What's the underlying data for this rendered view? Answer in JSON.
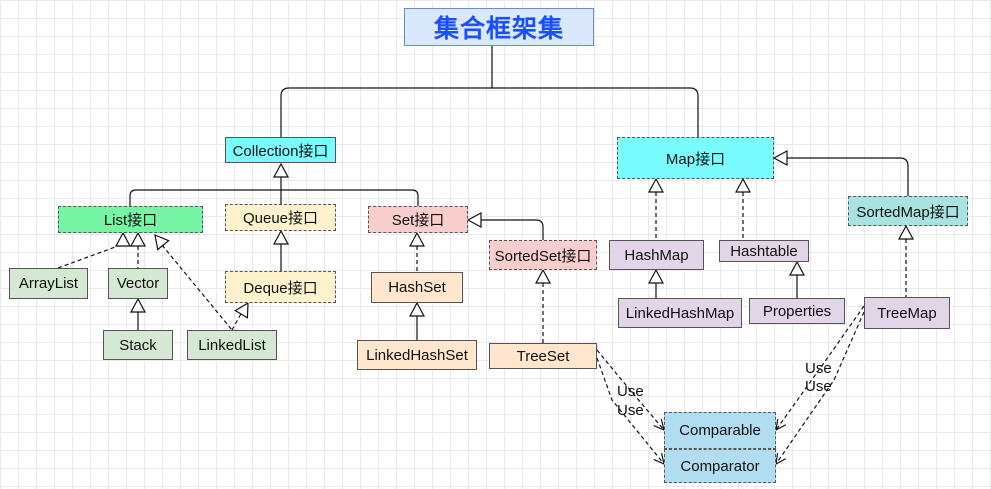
{
  "title": "集合框架集",
  "nodes": {
    "collection": "Collection接口",
    "map": "Map接口",
    "list": "List接口",
    "queue": "Queue接口",
    "set": "Set接口",
    "sortedset": "SortedSet接口",
    "sortedmap": "SortedMap接口",
    "arraylist": "ArrayList",
    "vector": "Vector",
    "stack": "Stack",
    "linkedlist": "LinkedList",
    "deque": "Deque接口",
    "hashset": "HashSet",
    "linkedhashset": "LinkedHashSet",
    "treeset": "TreeSet",
    "hashmap": "HashMap",
    "linkedhashmap": "LinkedHashMap",
    "hashtable": "Hashtable",
    "properties": "Properties",
    "treemap": "TreeMap",
    "comparable": "Comparable",
    "comparator": "Comparator"
  },
  "edge_labels": {
    "use": "Use"
  },
  "colors": {
    "title_fill": "#dae8fc",
    "title_border": "#6c8ebf",
    "cyan": "#7afcff",
    "green": "#76f5a5",
    "yellow": "#fff2cc",
    "pink": "#f8cecc",
    "lightgreen": "#d5e8d4",
    "orange": "#ffe6cc",
    "purple": "#e1d5e7",
    "teal": "#a9e3e1",
    "blue": "#b1ddf0"
  }
}
